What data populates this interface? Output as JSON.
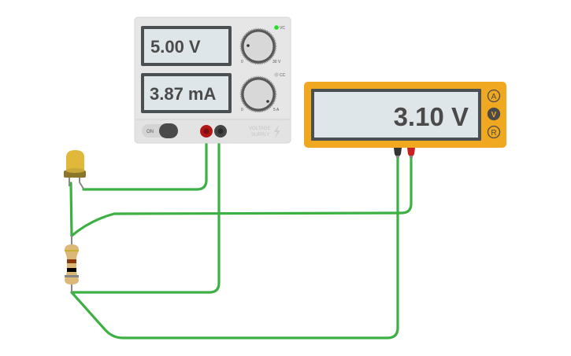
{
  "power_supply": {
    "voltage_display": "5.00 V",
    "current_display": "3.87 mA",
    "voltage_knob": {
      "min_label": "0",
      "max_label": "30 V"
    },
    "current_knob": {
      "min_label": "0",
      "max_label": "5 A"
    },
    "cv_indicator": {
      "label": "VC",
      "color": "#22dd22",
      "active": true
    },
    "cc_indicator": {
      "label": "CC",
      "color": "#cccccc",
      "active": false
    },
    "power_switch_label": "ON",
    "brand_label_line1": "VOLTAGE",
    "brand_label_line2": "SUPPLY",
    "terminals": [
      {
        "name": "positive",
        "color": "#b01818"
      },
      {
        "name": "negative",
        "color": "#444444"
      }
    ]
  },
  "multimeter": {
    "display": "3.10 V",
    "modes": [
      {
        "label": "A",
        "active": false
      },
      {
        "label": "V",
        "active": true
      },
      {
        "label": "R",
        "active": false
      }
    ],
    "body_color": "#f0a820",
    "probes": [
      {
        "name": "common",
        "color": "#333333"
      },
      {
        "name": "positive",
        "color": "#c82020"
      }
    ]
  },
  "components": {
    "led": {
      "color": "#e0b83a"
    },
    "resistor": {
      "bands": [
        "#c8b030",
        "#8b3a10",
        "#000000",
        "#888888"
      ]
    }
  },
  "wire_color": "#3cb043"
}
